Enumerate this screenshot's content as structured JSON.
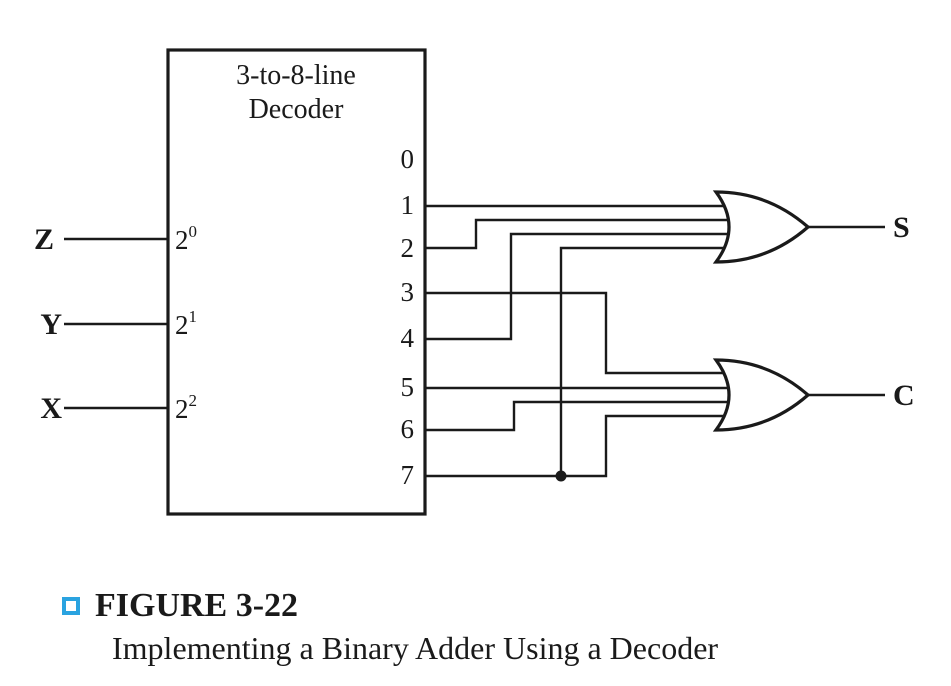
{
  "decoder": {
    "title_line1": "3-to-8-line",
    "title_line2": "Decoder",
    "input_pins": [
      "0",
      "1",
      "2"
    ],
    "input_pin_base": "2",
    "output_pins": [
      "0",
      "1",
      "2",
      "3",
      "4",
      "5",
      "6",
      "7"
    ]
  },
  "inputs": [
    "Z",
    "Y",
    "X"
  ],
  "outputs": [
    "S",
    "C"
  ],
  "caption": {
    "label": "FIGURE 3-22",
    "text": "Implementing a Binary Adder Using a Decoder",
    "accent_color": "#2aa3e0"
  }
}
